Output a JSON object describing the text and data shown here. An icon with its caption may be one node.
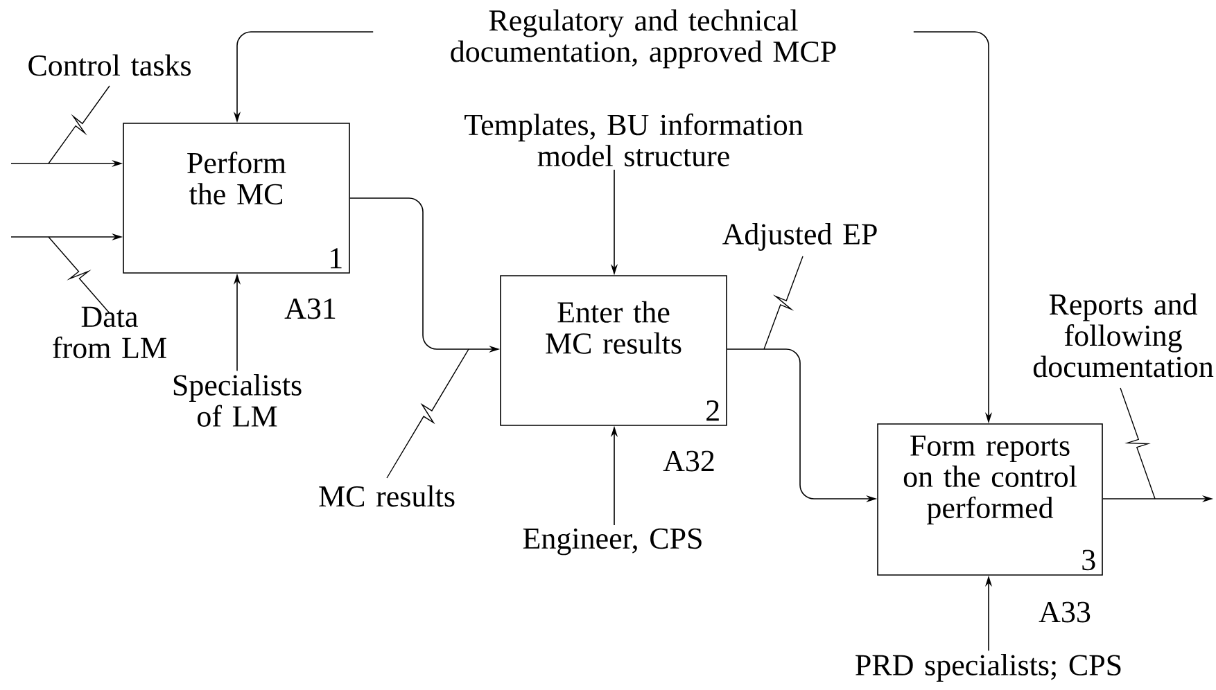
{
  "diagram": {
    "nodes": [
      {
        "text": [
          "Perform the MC",
          "1"
        ],
        "beside": [
          "A31"
        ]
      },
      {
        "text": [
          "Enter the MC results",
          "2"
        ],
        "beside": [
          "A32"
        ]
      },
      {
        "text": [
          "Form reports on the control performed",
          "3"
        ],
        "beside": [
          "A33"
        ]
      },
      {
        "text": [
          "Specialists of LM"
        ]
      },
      {
        "text": [
          "Regulatory and technical documentation, approved MCP"
        ]
      },
      {
        "text": [
          "Templates, BU information model structure"
        ]
      },
      {
        "text": [
          "Engineer, CPS"
        ]
      },
      {
        "text": [
          "PRD specialists; CPS"
        ]
      }
    ],
    "edges": [
      {
        "from": null,
        "to": 0,
        "arrow": "to",
        "label": "Control tasks"
      },
      {
        "from": null,
        "to": 0,
        "arrow": "to",
        "label": "Data from LM"
      },
      {
        "from": 3,
        "to": 0,
        "arrow": "to"
      },
      {
        "from": 4,
        "to": 0,
        "arrow": "to"
      },
      {
        "from": 4,
        "to": 2,
        "arrow": "to"
      },
      {
        "from": 0,
        "to": 1,
        "arrow": "to",
        "label": "MC results"
      },
      {
        "from": 5,
        "to": 1,
        "arrow": "to"
      },
      {
        "from": 6,
        "to": 1,
        "arrow": "to"
      },
      {
        "from": 1,
        "to": 2,
        "arrow": "to",
        "label": "Adjusted EP"
      },
      {
        "from": 7,
        "to": 2,
        "arrow": "to"
      },
      {
        "from": 2,
        "to": null,
        "arrow": "to",
        "label": "Reports and following documentation"
      }
    ]
  }
}
